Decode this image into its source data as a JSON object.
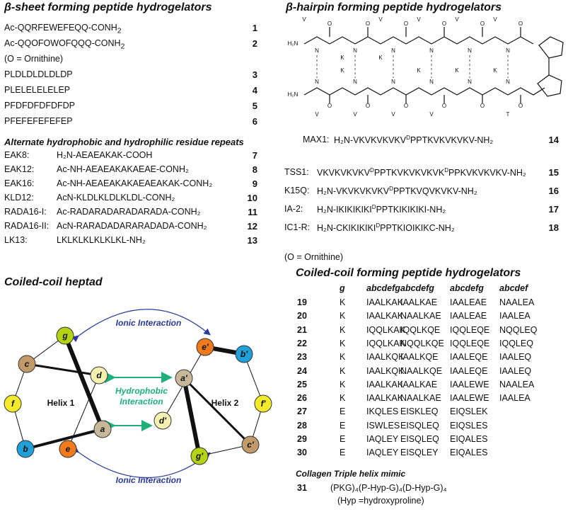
{
  "beta_sheet": {
    "title": "β-sheet forming peptide hydrogelators",
    "items": [
      {
        "seq": "Ac-QQRFEWEFEQQ-CONH",
        "sub": "2",
        "num": "1"
      },
      {
        "seq": "Ac-QQOFOWOFQQQ-CONH",
        "sub": "2",
        "num": "2"
      },
      {
        "seq": "(O = Ornithine)",
        "sub": "",
        "num": ""
      },
      {
        "seq": "PLDLDLDLDLDP",
        "sub": "",
        "num": "3"
      },
      {
        "seq": "PLELELELELEP",
        "sub": "",
        "num": "4"
      },
      {
        "seq": "PFDFDFDFDFDP",
        "sub": "",
        "num": "5"
      },
      {
        "seq": "PFEFEFEFEFEP",
        "sub": "",
        "num": "6"
      }
    ]
  },
  "alternate": {
    "title": "Alternate hydrophobic and hydrophilic residue repeats",
    "items": [
      {
        "name": "EAK8:",
        "seq": "H₂N-AEAEAKAK-COOH",
        "num": "7"
      },
      {
        "name": "EAK12:",
        "seq": "Ac-NH-AEAEAKAKAEAE-CONH₂",
        "num": "8"
      },
      {
        "name": "EAK16:",
        "seq": "Ac-NH-AEAEAKAKAEAEAKAK-CONH₂",
        "num": "9"
      },
      {
        "name": "KLD12:",
        "seq": "AcN-KLDLKLDLKLDL-CONH₂",
        "num": "10"
      },
      {
        "name": "RADA16-I:",
        "seq": "Ac-RADARADARADARADA-CONH₂",
        "num": "11"
      },
      {
        "name": "RADA16-II:",
        "seq": "AcN-RARADADARARADADA-CONH₂",
        "num": "12"
      },
      {
        "name": "LK13:",
        "seq": "LKLKLKLKLKLKL-NH₂",
        "num": "13"
      }
    ]
  },
  "hairpin": {
    "title": "β-hairpin forming peptide hydrogelators",
    "top_side": [
      "V",
      "K",
      "K",
      "V",
      "V",
      "V",
      "V"
    ],
    "bottom_side": [
      "K",
      "K",
      "K",
      "K"
    ],
    "bottom_lower": [
      "V",
      "V",
      "V",
      "V",
      "T"
    ],
    "end_top": "H₂N",
    "end_bottom": "H₂N",
    "items": [
      {
        "name": "MAX1:",
        "pre": "H₂N-VKVKVKVKV",
        "d": "D",
        "post": "PPTKVKVKVKV-NH₂",
        "num": "14"
      },
      {
        "name": "TSS1:",
        "pre": "VKVKVKVKV",
        "d": "D",
        "post": "PPTKVKVKVKVK",
        "d2": "D",
        "post2": "PPKVKVKVKV-NH₂",
        "num": "15"
      },
      {
        "name": "K15Q:",
        "pre": "H₂N-VKVKVKVKV",
        "d": "D",
        "post": "PPTKVQVKVKV-NH₂",
        "num": "16"
      },
      {
        "name": "IA-2:",
        "pre": "H₂N-IKIKIKIKI",
        "d": "D",
        "post": "PPTKIKIKIKI-NH₂",
        "num": "17"
      },
      {
        "name": "IC1-R:",
        "pre": "H₂N-CKIKIKIKI",
        "d": "D",
        "post": "PPTKIOIKIKC-NH₂",
        "num": "18"
      }
    ],
    "note": "(O = Ornithine)"
  },
  "heptad": {
    "title": "Coiled-coil heptad",
    "ionic_top": "Ionic Interaction",
    "ionic_bottom": "Ionic Interaction",
    "hydrophobic": "Hydrophobic\nInteraction",
    "helix1": "Helix 1",
    "helix2": "Helix 2",
    "colors": {
      "g": "#b5d312",
      "c": "#c19a6b",
      "f": "#f2ea2a",
      "b": "#1fa0d8",
      "e": "#f07a1e",
      "d": "#f4f0b0",
      "a": "#c8b89a",
      "arrow_blue": "#2a3a9a",
      "arrow_green": "#1fb07a"
    },
    "residues": [
      "g",
      "c",
      "f",
      "b",
      "e",
      "d",
      "a",
      "e′",
      "b′",
      "f′",
      "c′",
      "g′",
      "a′",
      "d′"
    ]
  },
  "coiled": {
    "title": "Coiled-coil forming peptide hydrogelators",
    "headers": [
      "g",
      "abcdefg",
      "abcdefg",
      "abcdefg",
      "abcdef"
    ],
    "rows": [
      {
        "num": "19",
        "cells": [
          "K",
          "IAALKAK",
          "IAALKAE",
          "IAALEAE",
          "NAALEA"
        ]
      },
      {
        "num": "20",
        "cells": [
          "K",
          "IAALKAK",
          "NAALKAE",
          "IAALEAE",
          "IAALEA"
        ]
      },
      {
        "num": "21",
        "cells": [
          "K",
          "IQQLKAK",
          "IQQLKQE",
          "IQQLEQE",
          "NQQLEQ"
        ]
      },
      {
        "num": "22",
        "cells": [
          "K",
          "IQQLKAK",
          "NQQLKQE",
          "IQQLEQE",
          "IQQLEQ"
        ]
      },
      {
        "num": "23",
        "cells": [
          "K",
          "IAALKQK",
          "IAALKQE",
          "IAALEQE",
          "IAALEQ"
        ]
      },
      {
        "num": "24",
        "cells": [
          "K",
          "IAALKQK",
          "NAALKQE",
          "IAALEQE",
          "IAALEQ"
        ]
      },
      {
        "num": "25",
        "cells": [
          "K",
          "IAALKAK",
          "IAALKAE",
          "IAALEWE",
          "NAALEA"
        ]
      },
      {
        "num": "26",
        "cells": [
          "K",
          "IAALKAK",
          "NAALKAE",
          "IAALEWE",
          "IAALEA"
        ]
      },
      {
        "num": "27",
        "cells": [
          "E",
          "IKQLES",
          "EISKLEQ",
          "EIQSLEK",
          ""
        ]
      },
      {
        "num": "28",
        "cells": [
          "E",
          "ISWLES",
          "EISQLEQ",
          "EIQSLES",
          ""
        ]
      },
      {
        "num": "29",
        "cells": [
          "E",
          "IAQLEY",
          "EISQLEQ",
          "EIQALES",
          ""
        ]
      },
      {
        "num": "30",
        "cells": [
          "E",
          "IAQLEY",
          "EISQLEY",
          "EIQALES",
          ""
        ]
      }
    ],
    "collagen_title": "Collagen Triple helix mimic",
    "collagen_num": "31",
    "collagen_seq": "(PKG)₄(P-Hyp-G)₄(D-Hyp-G)₄",
    "collagen_note": "(Hyp =hydroxyproline)"
  }
}
